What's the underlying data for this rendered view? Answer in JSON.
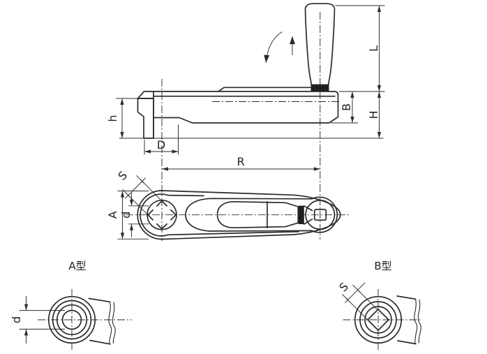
{
  "page": {
    "background_color": "#ffffff",
    "line_color": "#2b2b2b",
    "description_labels": {
      "side_view": "crank-handle side elevation with sectioned hub",
      "plan_view": "crank-handle top view",
      "detail_a": "round bore hub detail",
      "detail_b": "square bore hub detail"
    }
  },
  "side_view": {
    "dim_l": "L",
    "dim_b": "B",
    "dim_h_total": "H",
    "dim_h_hub": "h",
    "dim_d_boss": "D",
    "dim_r": "R"
  },
  "plan_view": {
    "dim_a": "A",
    "dim_d_bore": "d",
    "dim_s_square": "S"
  },
  "detail_a": {
    "title": "A型",
    "dim_d_bore": "d"
  },
  "detail_b": {
    "title": "B型",
    "dim_s_square": "S"
  }
}
